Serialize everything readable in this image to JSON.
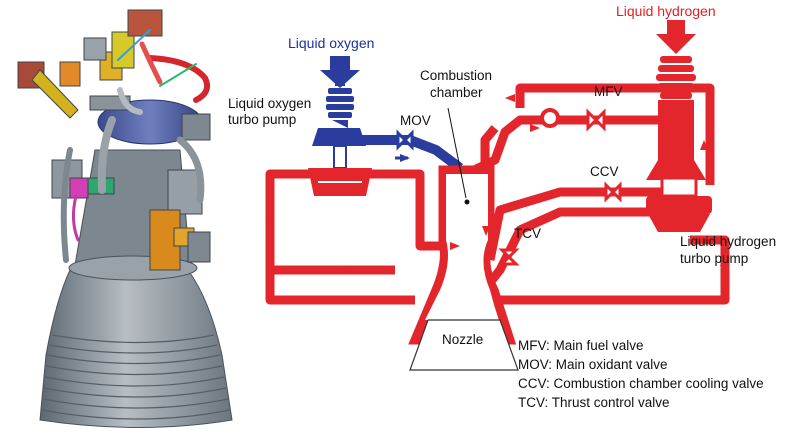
{
  "colors": {
    "oxygen": "#2a3d9f",
    "hydrogen": "#e3262b",
    "engine_metal": "#8a929a"
  },
  "labels": {
    "liquid_oxygen": "Liquid oxygen",
    "liquid_hydrogen": "Liquid hydrogen",
    "combustion_chamber_line1": "Combustion",
    "combustion_chamber_line2": "chamber",
    "lox_pump_line1": "Liquid oxygen",
    "lox_pump_line2": "turbo pump",
    "lh2_pump_line1": "Liquid hydrogen",
    "lh2_pump_line2": "turbo pump",
    "mov": "MOV",
    "mfv": "MFV",
    "ccv": "CCV",
    "tcv": "TCV",
    "nozzle": "Nozzle"
  },
  "legend": [
    "MFV: Main fuel valve",
    "MOV: Main oxidant valve",
    "CCV: Combustion chamber cooling valve",
    "TCV: Thrust control valve"
  ],
  "icons": {
    "engine": "rocket-engine-render-icon",
    "valve": "bowtie-valve-icon",
    "flow_arrow": "flow-arrow-icon"
  }
}
